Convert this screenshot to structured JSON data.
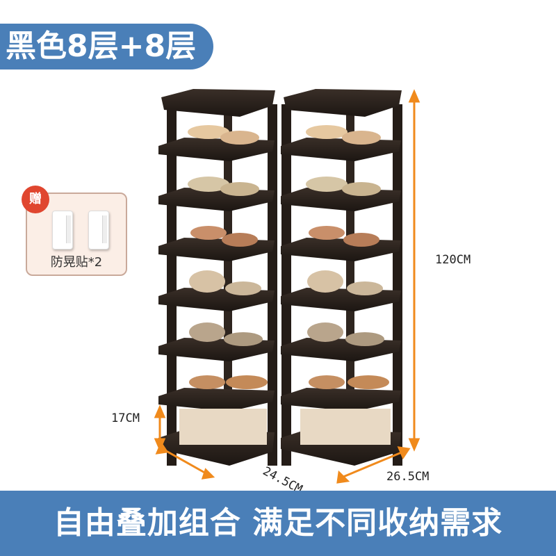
{
  "title": "黑色8层+8层",
  "gift": {
    "badge": "赠",
    "label": "防晃贴*2"
  },
  "dimensions": {
    "height": "120CM",
    "layer_gap": "17CM",
    "depth": "24.5CM",
    "width": "26.5CM"
  },
  "tagline": "自由叠加组合 满足不同收纳需求",
  "colors": {
    "accent": "#4a7fb8",
    "rack": "#2a221d",
    "arrow": "#f08a1c",
    "badge": "#e0462f"
  },
  "icons": [
    "anti-shake-pad-icon"
  ]
}
